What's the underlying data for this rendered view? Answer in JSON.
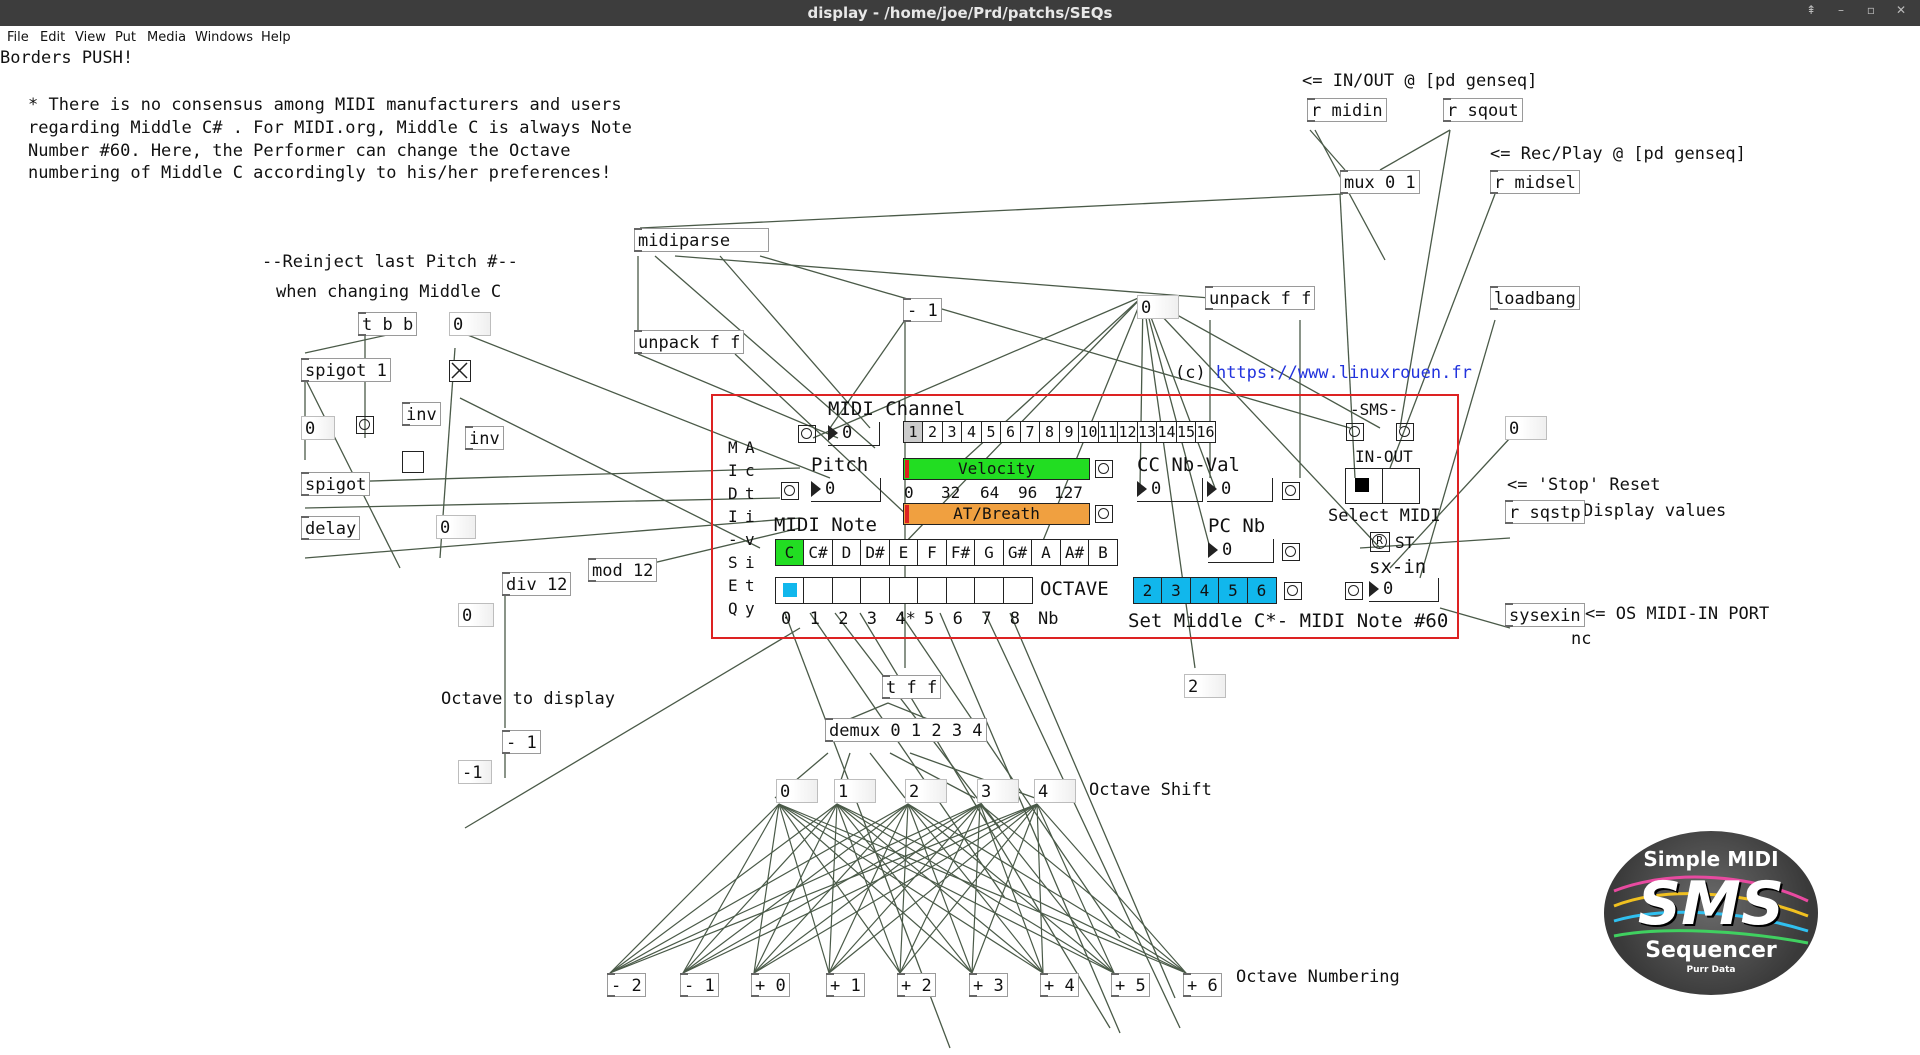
{
  "window": {
    "title": "display  - /home/joe/Prd/patchs/SEQs"
  },
  "menu": [
    "File",
    "Edit",
    "View",
    "Put",
    "Media",
    "Windows",
    "Help"
  ],
  "comments": {
    "borders": "Borders PUSH!",
    "note1": "* There is no consensus among MIDI manufacturers and users",
    "note2": "regarding Middle C# . For MIDI.org, Middle C is always Note",
    "note3": "Number #60. Here, the Performer can change the Octave",
    "note4": "numbering of Middle C accordingly to his/her preferences!",
    "inout": "<= IN/OUT @ [pd genseq]",
    "recplay": "<= Rec/Play @ [pd genseq]",
    "reinject": "--Reinject last Pitch #--",
    "when_changing": "when changing Middle C",
    "copyright": "(c) ",
    "url": "https://www.linuxrouen.fr",
    "stop_reset": "<= 'Stop' Reset",
    "display_values": "Display values",
    "os_midi": "<= OS MIDI-IN PORT",
    "nc": "nc",
    "octave_display": "Octave to display",
    "octave_shift": "Octave Shift",
    "octave_numbering": "Octave Numbering"
  },
  "objects": {
    "r_midin": "r midin",
    "r_sqout": "r sqout",
    "mux": "mux 0 1",
    "r_midsel": "r midsel",
    "midiparse": "midiparse",
    "unpack1": "unpack f f",
    "unpack2": "unpack f f",
    "minus1": "- 1",
    "loadbang": "loadbang",
    "tbb": "t b b",
    "spigot1": "spigot 1",
    "inv1": "inv",
    "inv2": "inv",
    "spigot2": "spigot",
    "delay": "delay",
    "div12": "div 12",
    "mod12": "mod 12",
    "r_sqstp": "r sqstp",
    "sysexin": "sysexin",
    "tff": "t f f",
    "demux": "demux 0 1 2 3 4",
    "minus1b": "- 1"
  },
  "numbers": {
    "n_top": "0",
    "n_tbb": "0",
    "n_left": "0",
    "n_delay": "0",
    "n_div": "0",
    "n_neg": "-1",
    "n_right": "0",
    "n_two": "2"
  },
  "sms_gui": {
    "midi_channel_label": "MIDI Channel",
    "channel_value": "0",
    "channels": [
      "1",
      "2",
      "3",
      "4",
      "5",
      "6",
      "7",
      "8",
      "9",
      "10",
      "11",
      "12",
      "13",
      "14",
      "15",
      "16"
    ],
    "side_label_1": [
      "M",
      "I",
      "D",
      "I",
      "-",
      "S",
      "E",
      "Q"
    ],
    "side_label_2": [
      "A",
      "c",
      "t",
      "i",
      "v",
      "i",
      "t",
      "y"
    ],
    "pitch_label": "Pitch",
    "pitch_value": "0",
    "velocity_label": "Velocity",
    "velocity_scale": [
      "0",
      "32",
      "64",
      "96",
      "127"
    ],
    "at_label": "AT/Breath",
    "cc_label": "CC Nb-Val",
    "cc_nb": "0",
    "cc_val": "0",
    "sms_label": "-SMS-",
    "inout_label": "IN-OUT",
    "select_midi": "Select MIDI",
    "r_label": "R",
    "st_label": "ST",
    "midi_note_label": "MIDI Note",
    "notes": [
      "C",
      "C#",
      "D",
      "D#",
      "E",
      "F",
      "F#",
      "G",
      "G#",
      "A",
      "A#",
      "B"
    ],
    "pc_label": "PC Nb",
    "pc_value": "0",
    "sx_label": "sx-in",
    "sx_value": "0",
    "octave_label": "OCTAVE",
    "octave_nums": [
      "0",
      "1",
      "2",
      "3",
      "4*",
      "5",
      "6",
      "7",
      "8"
    ],
    "nb_label": "Nb",
    "middle_opts": [
      "2",
      "3",
      "4",
      "5",
      "6"
    ],
    "set_middle": "Set Middle C*- MIDI Note #60"
  },
  "shift_numbers": [
    "0",
    "1",
    "2",
    "3",
    "4"
  ],
  "numbering_msgs": [
    "- 2",
    "- 1",
    "+ 0",
    "+ 1",
    "+ 2",
    "+ 3",
    "+ 4",
    "+ 5",
    "+ 6"
  ],
  "logo": {
    "line1": "Simple MIDI",
    "line2": "SMS",
    "line3": "Sequencer",
    "line4": "Purr Data"
  },
  "colors": {
    "velocity": "#22dd22",
    "at_breath": "#f0a040",
    "octave": "#11b7ec",
    "frame": "#dd2222",
    "note_on": "#22dd22"
  }
}
